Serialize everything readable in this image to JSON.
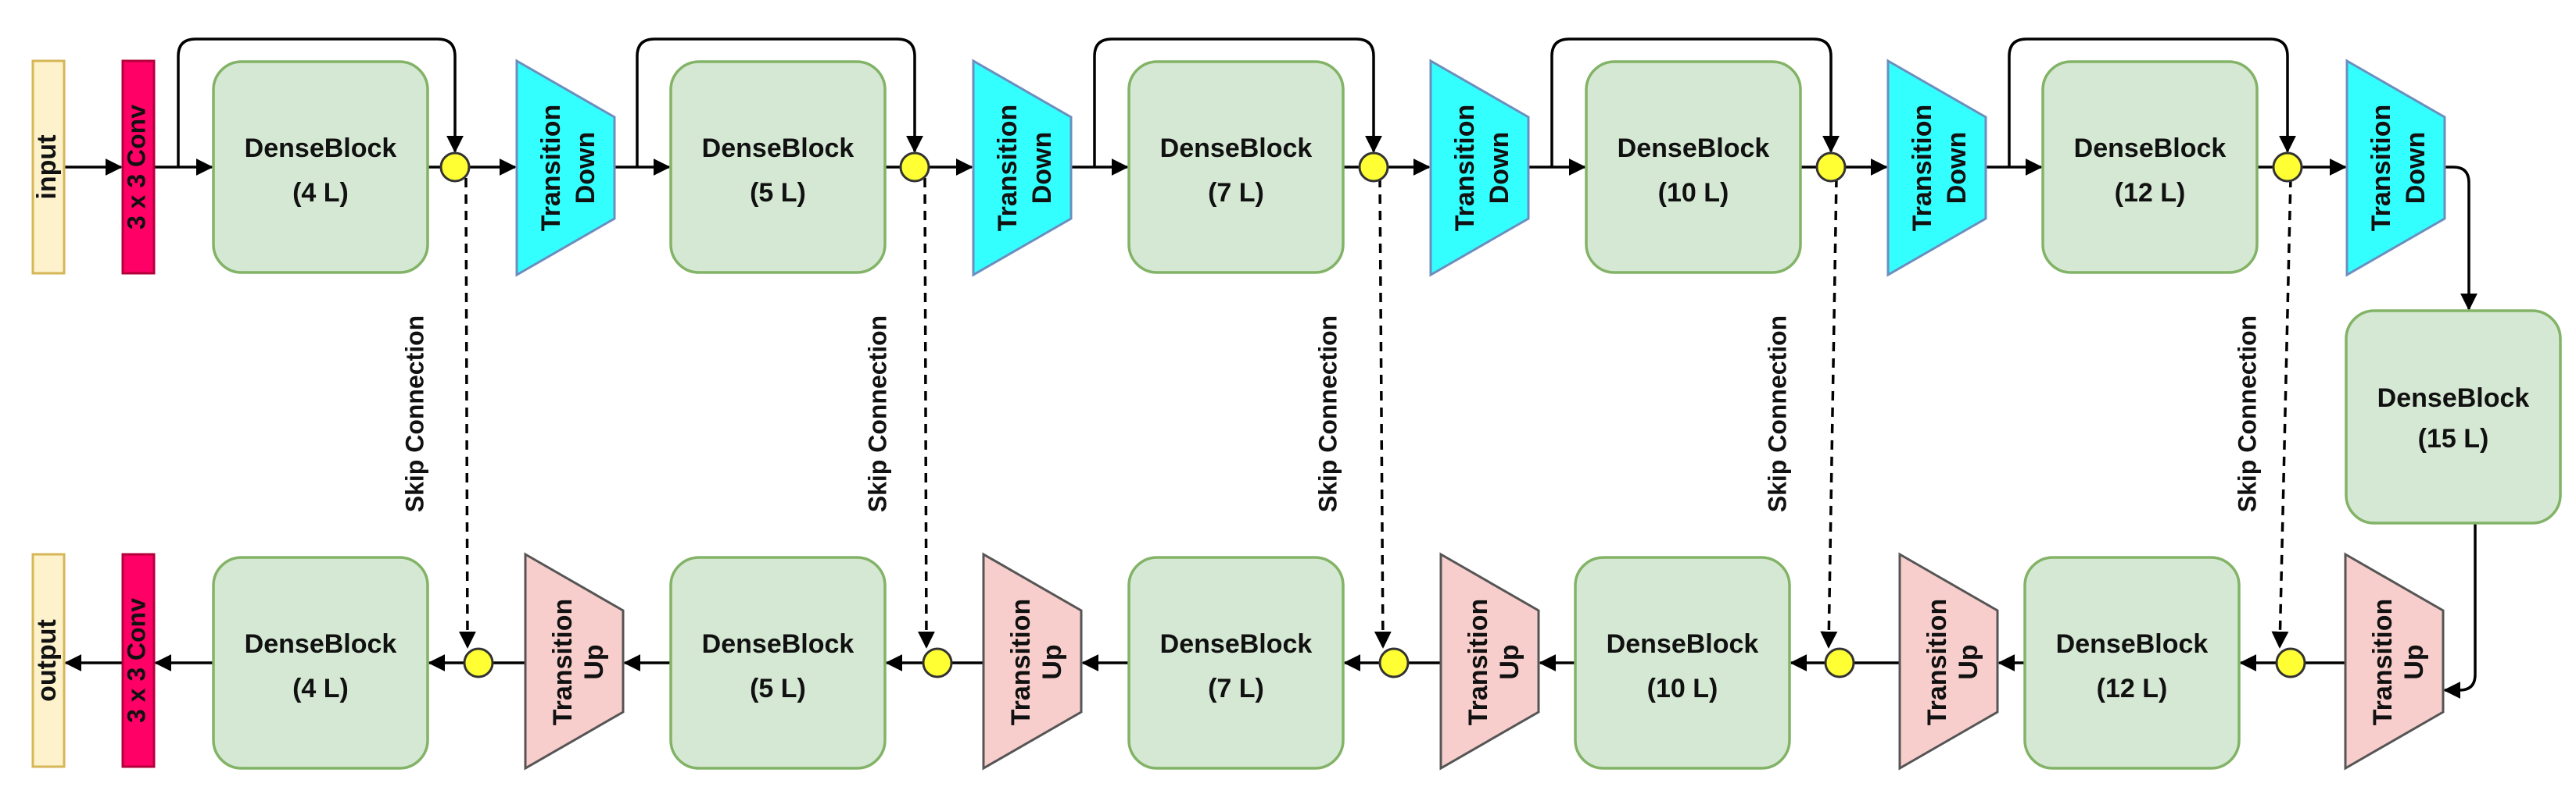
{
  "colors": {
    "io_fill": "#fdf2cc",
    "io_stroke": "#d6b656",
    "conv_fill": "#ff0066",
    "conv_stroke": "#b3003b",
    "dense_fill": "#d5e8d4",
    "dense_stroke": "#82b366",
    "down_fill": "#33ffff",
    "down_stroke": "#6c8ebf",
    "up_fill": "#f8cecc",
    "up_stroke": "#555555",
    "concat_fill": "#ffff33",
    "concat_stroke": "#333333",
    "line": "#000000"
  },
  "input_label": "input",
  "output_label": "output",
  "conv_label": "3 x 3 Conv",
  "dense_title": "DenseBlock",
  "transition_down": [
    "Transition",
    "Down"
  ],
  "transition_up": [
    "Transition",
    "Up"
  ],
  "skip_label": "Skip Connection",
  "down_path": [
    {
      "layers": "(4 L)"
    },
    {
      "layers": "(5 L)"
    },
    {
      "layers": "(7 L)"
    },
    {
      "layers": "(10 L)"
    },
    {
      "layers": "(12 L)"
    }
  ],
  "bottleneck": {
    "layers": "(15 L)"
  },
  "up_path": [
    {
      "layers": "(4 L)"
    },
    {
      "layers": "(5 L)"
    },
    {
      "layers": "(7 L)"
    },
    {
      "layers": "(10 L)"
    },
    {
      "layers": "(12 L)"
    }
  ]
}
